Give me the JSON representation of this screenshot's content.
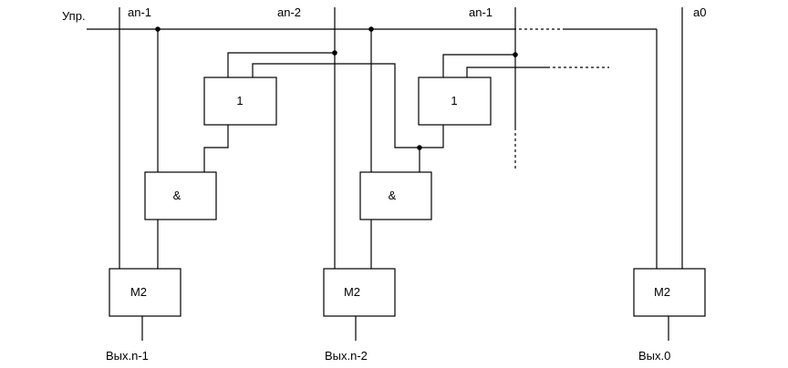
{
  "diagram": {
    "labels": {
      "control": "Упр.",
      "input_1": "an-1",
      "input_2": "an-2",
      "input_3": "an-1",
      "input_4": "a0",
      "output_1": "Вых.n-1",
      "output_2": "Вых.n-2",
      "output_3": "Вых.0"
    },
    "gates": {
      "or_1": "1",
      "or_2": "1",
      "and_1": "&",
      "and_2": "&",
      "xor_1": "M2",
      "xor_2": "M2",
      "xor_3": "M2"
    }
  }
}
